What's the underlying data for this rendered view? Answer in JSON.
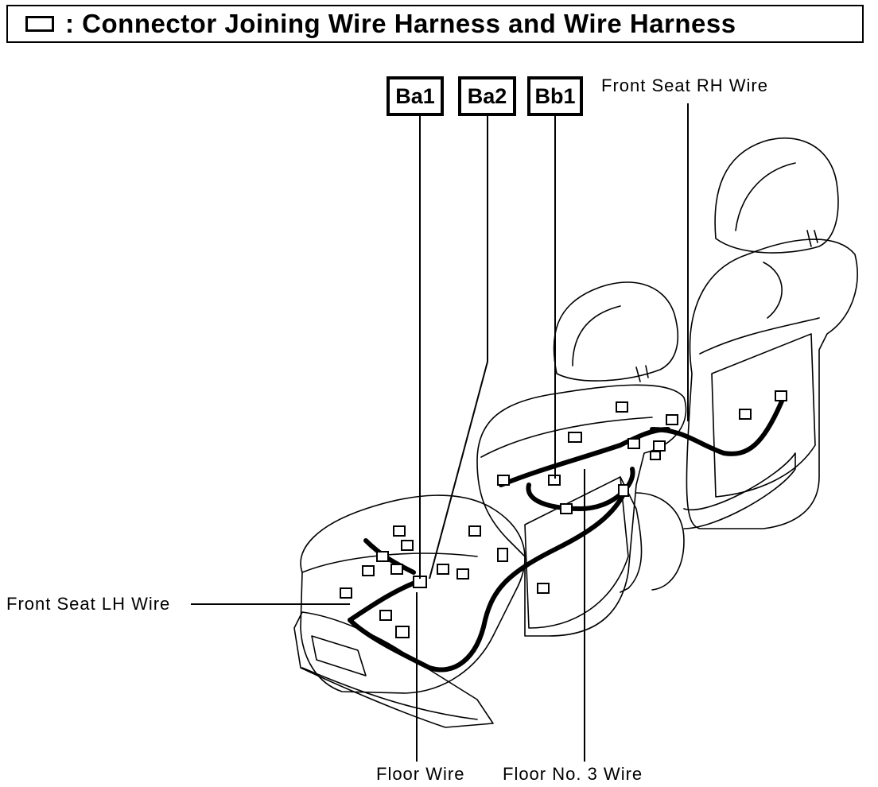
{
  "title": {
    "legend_symbol": "connector-box-symbol",
    "separator": ":",
    "text": "Connector Joining Wire Harness and Wire Harness"
  },
  "connectors": [
    {
      "code": "Ba1"
    },
    {
      "code": "Ba2"
    },
    {
      "code": "Bb1"
    }
  ],
  "wires": {
    "front_seat_rh": "Front Seat RH Wire",
    "front_seat_lh": "Front Seat LH Wire",
    "floor": "Floor Wire",
    "floor_no3": "Floor No. 3 Wire"
  }
}
